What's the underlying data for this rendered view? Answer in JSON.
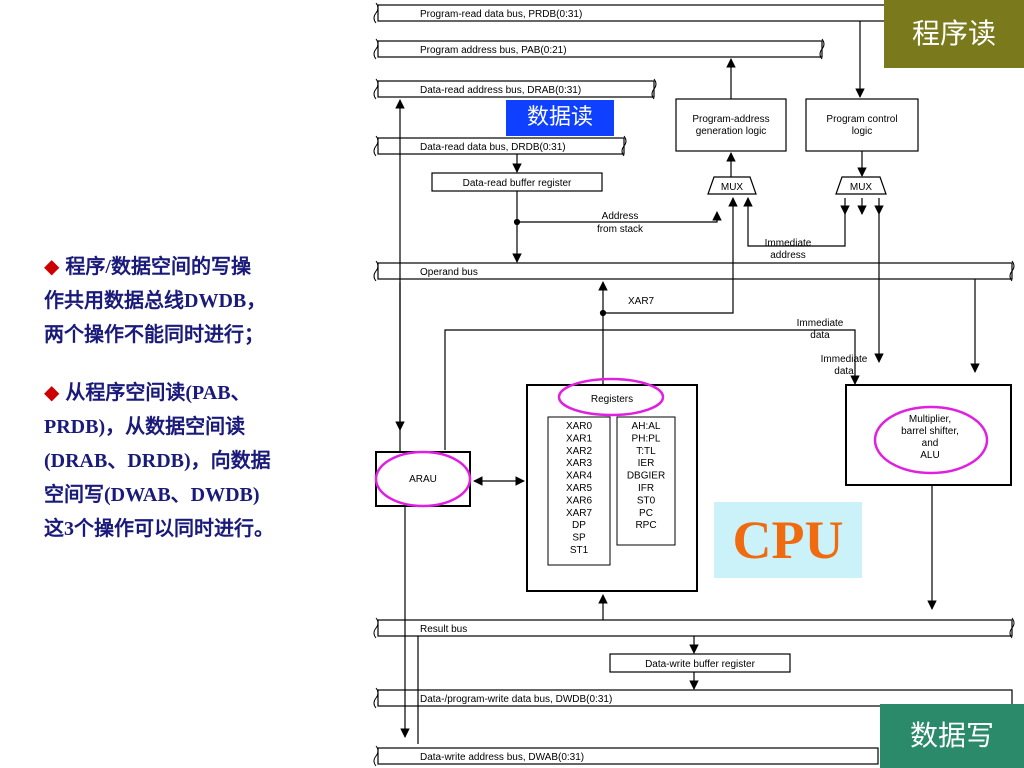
{
  "notes": [
    {
      "bullet": "◆",
      "lines": [
        "程序/数据空间的写操",
        "作共用数据总线DWDB，",
        "两个操作不能同时进行；"
      ]
    },
    {
      "bullet": "◆",
      "lines": [
        "从程序空间读(PAB、",
        "PRDB)，从数据空间读",
        "(DRAB、DRDB)，向数据",
        "空间写(DWAB、DWDB)",
        "这3个操作可以同时进行。"
      ]
    }
  ],
  "badges": {
    "program_read": "程序读",
    "data_read": "数据读",
    "data_write": "数据写"
  },
  "cpu_label": "CPU",
  "buses": {
    "prdb": "Program-read data bus, PRDB(0:31)",
    "pab": "Program address bus, PAB(0:21)",
    "drab": "Data-read address bus, DRAB(0:31)",
    "drdb": "Data-read data bus, DRDB(0:31)",
    "operand": "Operand bus",
    "result": "Result bus",
    "dwdb": "Data-/program-write data bus, DWDB(0:31)",
    "dwab": "Data-write address bus, DWAB(0:31)"
  },
  "blocks": {
    "data_read_buffer": "Data-read buffer register",
    "pag_line1": "Program-address",
    "pag_line2": "generation logic",
    "pcl_line1": "Program control",
    "pcl_line2": "logic",
    "mux": "MUX",
    "arau": "ARAU",
    "registers_title": "Registers",
    "data_write_buffer": "Data-write buffer register",
    "alu_line1": "Multiplier,",
    "alu_line2": "barrel shifter,",
    "alu_line3": "and",
    "alu_line4": "ALU"
  },
  "labels": {
    "addr_stack_1": "Address",
    "addr_stack_2": "from stack",
    "imm_addr_1": "Immediate",
    "imm_addr_2": "address",
    "xar7": "XAR7",
    "imm_data_1": "Immediate",
    "imm_data_2": "data"
  },
  "registers": {
    "left": [
      "XAR0",
      "XAR1",
      "XAR2",
      "XAR3",
      "XAR4",
      "XAR5",
      "XAR6",
      "XAR7",
      "DP",
      "SP",
      "ST1"
    ],
    "right": [
      "AH:AL",
      "PH:PL",
      "T:TL",
      "IER",
      "DBGIER",
      "IFR",
      "ST0",
      "PC",
      "RPC"
    ]
  },
  "colors": {
    "olive": "#7a7a1c",
    "blue": "#1040ff",
    "green": "#2a8a6a",
    "magenta": "#e020e0",
    "cpu_bg": "#ccf2f9",
    "cpu_text": "#f06a10",
    "notes": "#1a1a7a",
    "diamond": "#cc0000"
  }
}
